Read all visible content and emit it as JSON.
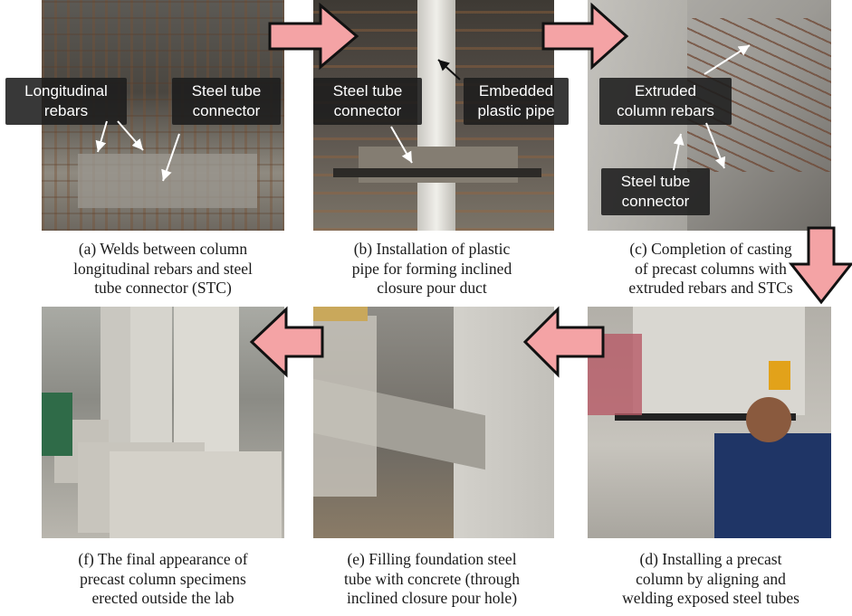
{
  "panels": {
    "a": {
      "labels": {
        "longitudinal": "Longitudinal\nrebars",
        "stc": "Steel tube\nconnector"
      },
      "caption": "(a) Welds between column\nlongitudinal rebars and steel\ntube connector (STC)"
    },
    "b": {
      "labels": {
        "stc": "Steel tube\nconnector",
        "pipe": "Embedded\nplastic pipe"
      },
      "caption": "(b) Installation of plastic\npipe for forming inclined\nclosure pour duct"
    },
    "c": {
      "labels": {
        "extruded": "Extruded\ncolumn rebars",
        "stc": "Steel tube\nconnector"
      },
      "caption": "(c) Completion of casting\nof precast columns with\nextruded rebars and STCs"
    },
    "d": {
      "caption": "(d) Installing a precast\ncolumn by aligning and\nwelding exposed steel tubes"
    },
    "e": {
      "caption": "(e) Filling foundation steel\ntube with concrete (through\ninclined closure pour hole)"
    },
    "f": {
      "caption": "(f) The final appearance of\nprecast column specimens\nerected outside the lab"
    }
  },
  "colors": {
    "arrow_fill": "#f4a3a5",
    "arrow_stroke": "#111111",
    "label_bg": "#1c1c1c"
  }
}
